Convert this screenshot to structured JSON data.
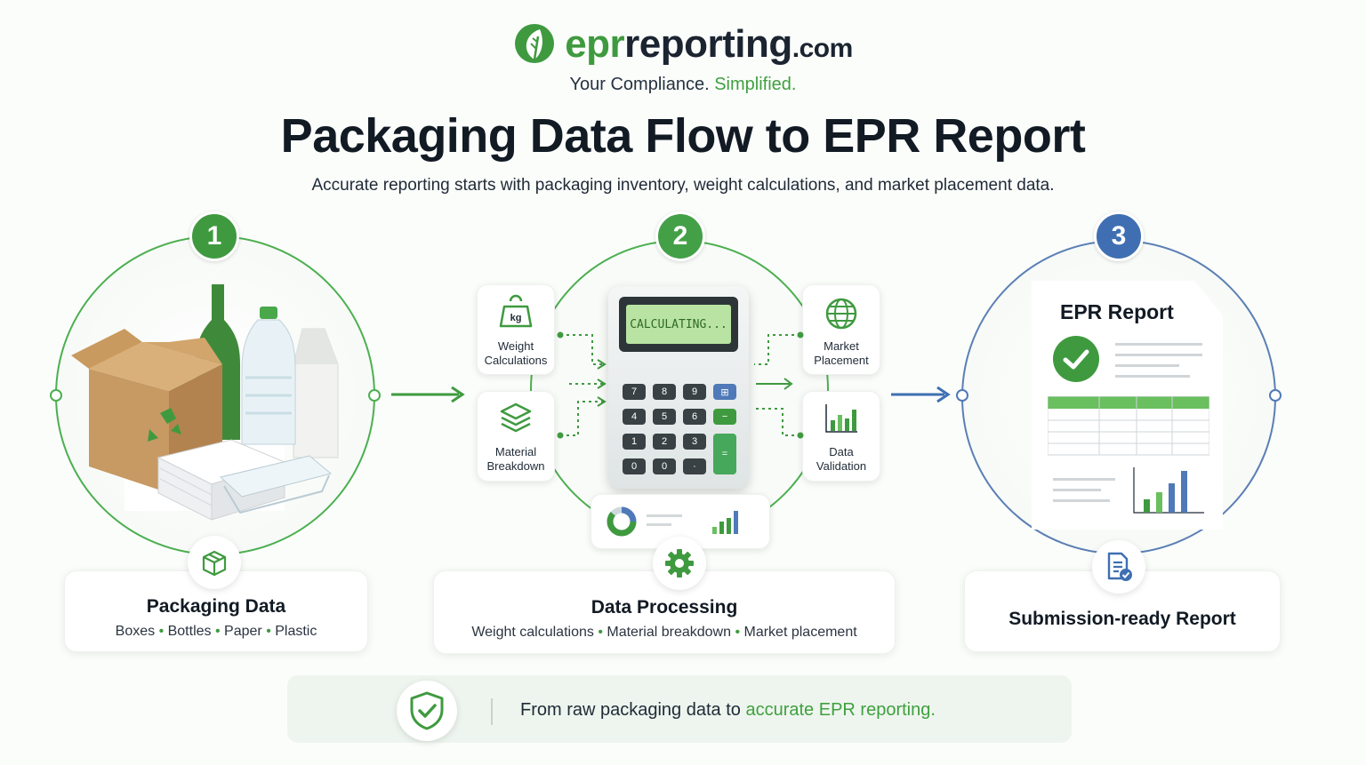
{
  "header": {
    "brand_green": "epr",
    "brand_dark": "reporting",
    "brand_tld": ".com",
    "tagline_prefix": "Your Compliance.",
    "tagline_highlight": "Simplified.",
    "title": "Packaging Data Flow to EPR Report",
    "subtitle": "Accurate reporting starts with packaging inventory, weight calculations, and market placement data."
  },
  "colors": {
    "green": "#3f9a3f",
    "blue": "#3f6fb2",
    "dark": "#121a24"
  },
  "steps": [
    {
      "number": "1",
      "title": "Packaging Data",
      "items": [
        "Boxes",
        "Bottles",
        "Paper",
        "Plastic"
      ],
      "icon": "package-box-icon"
    },
    {
      "number": "2",
      "title": "Data Processing",
      "items": [
        "Weight calculations",
        "Material breakdown",
        "Market placement"
      ],
      "icon": "gear-icon"
    },
    {
      "number": "3",
      "title": "Submission-ready Report",
      "icon": "report-check-icon"
    }
  ],
  "processing": {
    "weight_label_1": "Weight",
    "weight_label_2": "Calculations",
    "weight_icon_text": "kg",
    "material_label_1": "Material",
    "material_label_2": "Breakdown",
    "market_label_1": "Market",
    "market_label_2": "Placement",
    "validation_label_1": "Data",
    "validation_label_2": "Validation",
    "calculator_display": "CALCULATING...",
    "calculator_keys": [
      "7",
      "8",
      "9",
      "⊞",
      "4",
      "5",
      "6",
      "−",
      "1",
      "2",
      "3",
      "=",
      "0",
      "0",
      "·"
    ]
  },
  "report": {
    "doc_title": "EPR Report"
  },
  "banner": {
    "prefix": "From raw packaging data to ",
    "highlight": "accurate EPR reporting."
  }
}
